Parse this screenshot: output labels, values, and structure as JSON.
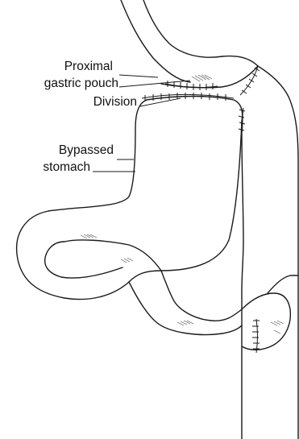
{
  "labels": {
    "proximal": "Proximal",
    "gastric_pouch": "gastric pouch",
    "division": "Division",
    "bypassed": "Bypassed",
    "stomach": "stomach"
  },
  "caption": "",
  "colors": {
    "line": "#1a1a1a",
    "background": "#ffffff"
  }
}
